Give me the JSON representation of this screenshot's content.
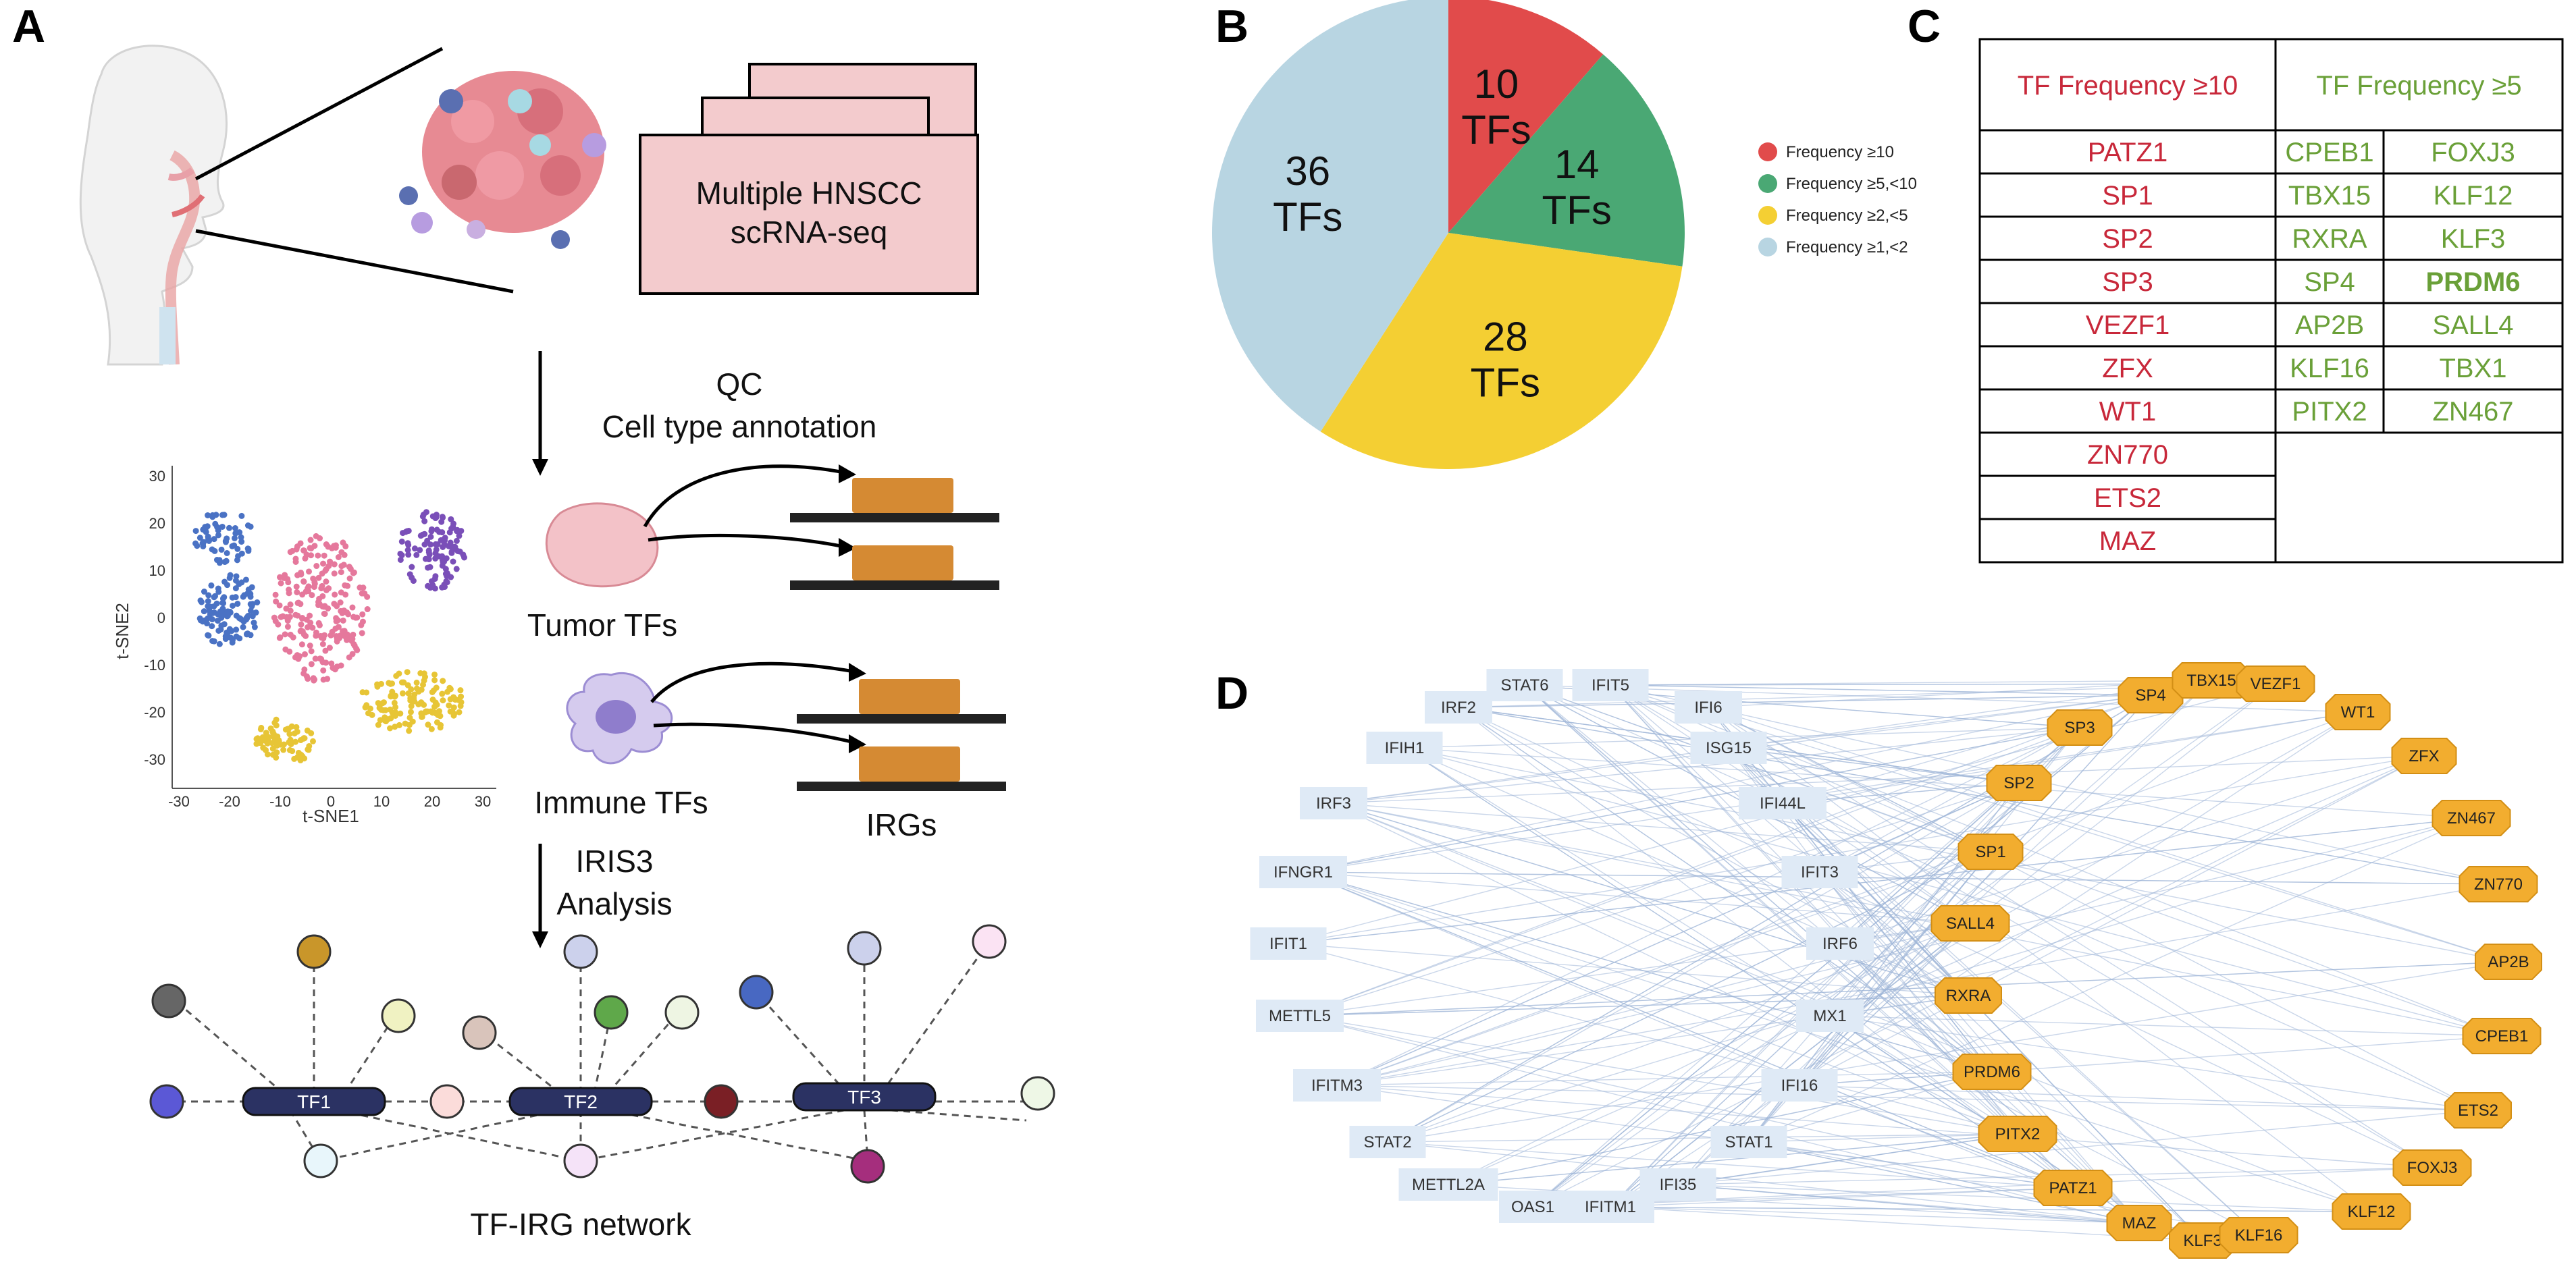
{
  "panels": {
    "a": {
      "letter": "A",
      "box_text_line1": "Multiple HNSCC",
      "box_text_line2": "scRNA-seq",
      "qc": "QC",
      "cell_type": "Cell type annotation",
      "tumor_tfs": "Tumor TFs",
      "immune_tfs": "Immune TFs",
      "irgs": "IRGs",
      "iris3_line1": "IRIS3",
      "iris3_line2": "Analysis",
      "network_title": "TF-IRG network",
      "tsne_xlabel": "t-SNE1",
      "tsne_ylabel": "t-SNE2",
      "tsne_xticks": [
        "-30",
        "-20",
        "-10",
        "0",
        "10",
        "20",
        "30"
      ],
      "tsne_yticks": [
        "30",
        "20",
        "10",
        "0",
        "-10",
        "-20",
        "-30"
      ],
      "network_tfs": [
        "TF1",
        "TF2",
        "TF3"
      ]
    },
    "b": {
      "letter": "B",
      "legend": [
        {
          "label": "Frequency ≥10",
          "color": "#e14b4b"
        },
        {
          "label": "Frequency ≥5,<10",
          "color": "#4aa874"
        },
        {
          "label": "Frequency ≥2,<5",
          "color": "#f4cf33"
        },
        {
          "label": "Frequency ≥1,<2",
          "color": "#b8d5e2"
        }
      ]
    },
    "c": {
      "letter": "C",
      "header_red": "TF Frequency ≥10",
      "header_green": "TF Frequency ≥5",
      "red_tfs": [
        "PATZ1",
        "SP1",
        "SP2",
        "SP3",
        "VEZF1",
        "ZFX",
        "WT1",
        "ZN770",
        "ETS2",
        "MAZ"
      ],
      "green_tfs": [
        [
          "CPEB1",
          "FOXJ3"
        ],
        [
          "TBX15",
          "KLF12"
        ],
        [
          "RXRA",
          "KLF3"
        ],
        [
          "SP4",
          "PRDM6"
        ],
        [
          "AP2B",
          "SALL4"
        ],
        [
          "KLF16",
          "TBX1"
        ],
        [
          "PITX2",
          "ZN467"
        ]
      ]
    },
    "d": {
      "letter": "D",
      "irgs": [
        "STAT6",
        "IFIT5",
        "IRF2",
        "IFI6",
        "IFIH1",
        "ISG15",
        "IRF3",
        "IFI44L",
        "IFNGR1",
        "IFIT3",
        "IFIT1",
        "IRF6",
        "METTL5",
        "MX1",
        "IFITM3",
        "IFI16",
        "STAT2",
        "STAT1",
        "METTL2A",
        "OAS1",
        "IFITM1",
        "IFI35"
      ],
      "tfs": [
        "SP4",
        "TBX15",
        "VEZF1",
        "SP3",
        "WT1",
        "SP2",
        "ZFX",
        "ZN467",
        "SP1",
        "ZN770",
        "SALL4",
        "AP2B",
        "RXRA",
        "CPEB1",
        "PRDM6",
        "ETS2",
        "PITX2",
        "FOXJ3",
        "PATZ1",
        "KLF12",
        "MAZ",
        "KLF3",
        "KLF16"
      ]
    }
  },
  "chart_data": {
    "type": "pie",
    "title": "",
    "slices": [
      {
        "label": "10 TFs",
        "value": 10,
        "color": "#e14b4b",
        "legend": "Frequency ≥10"
      },
      {
        "label": "14 TFs",
        "value": 14,
        "color": "#4aa874",
        "legend": "Frequency ≥5,<10"
      },
      {
        "label": "28 TFs",
        "value": 28,
        "color": "#f4cf33",
        "legend": "Frequency ≥2,<5"
      },
      {
        "label": "36 TFs",
        "value": 36,
        "color": "#b8d5e2",
        "legend": "Frequency ≥1,<2"
      }
    ]
  }
}
